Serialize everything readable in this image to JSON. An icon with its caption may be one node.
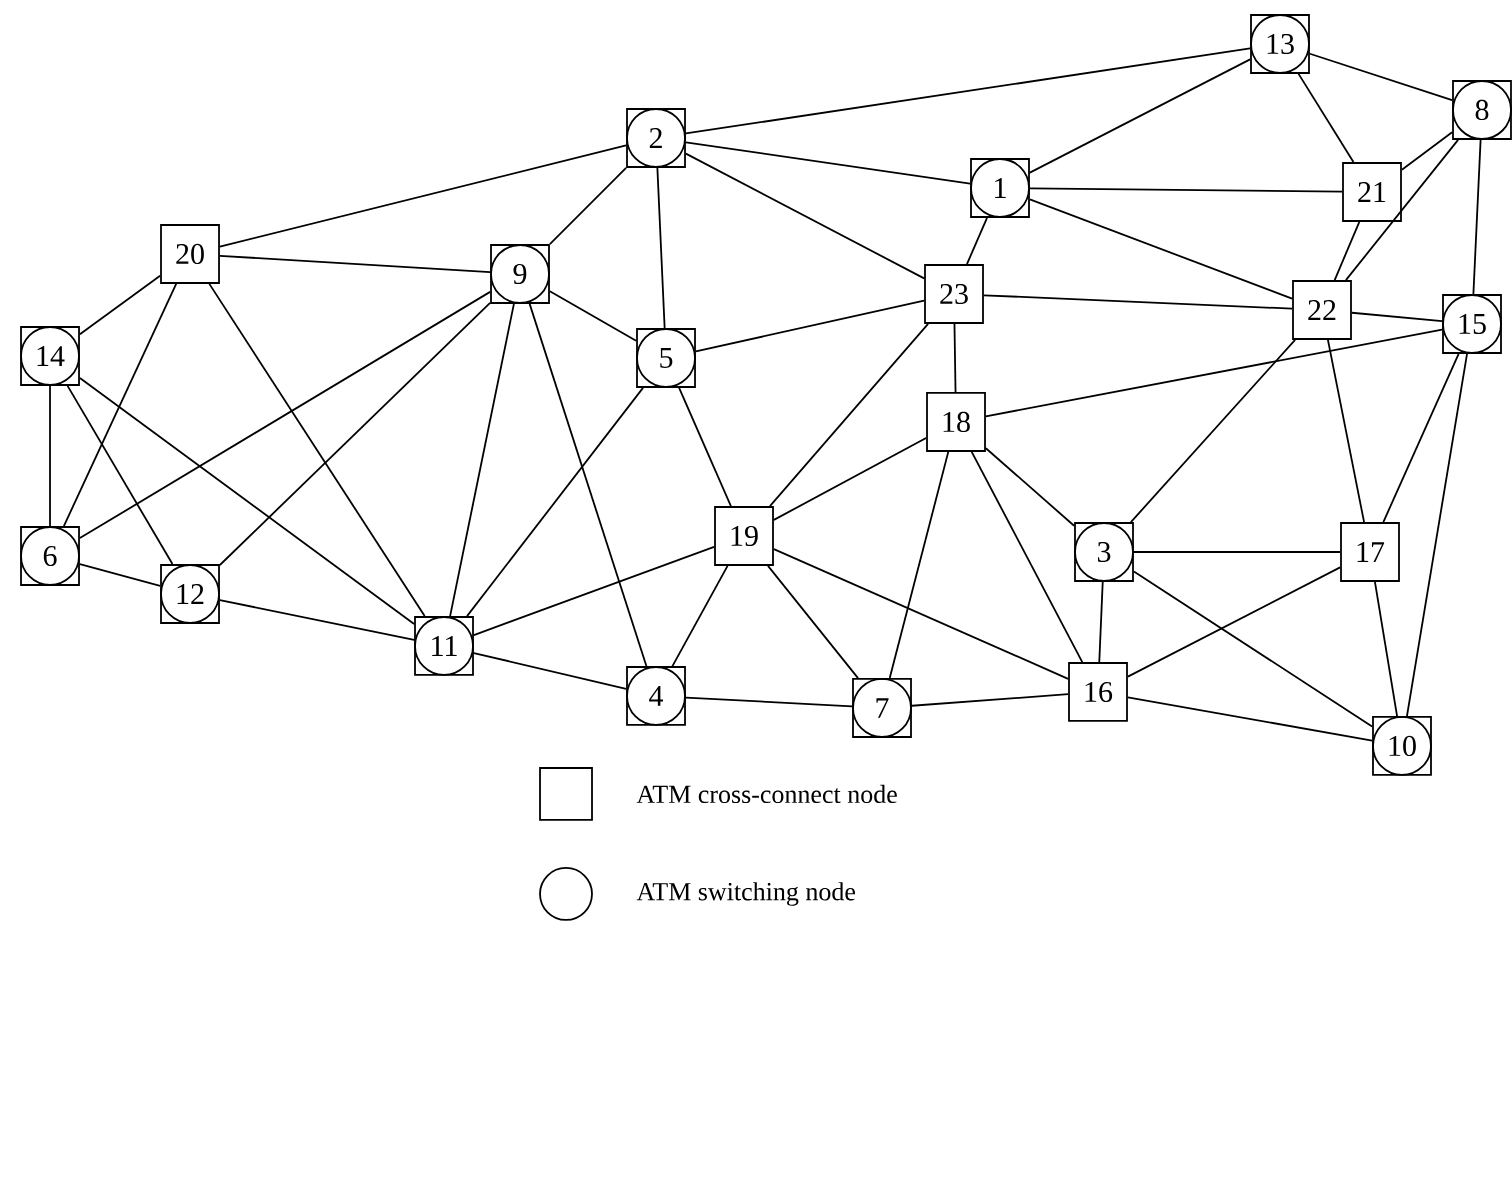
{
  "diagram": {
    "nodes": [
      {
        "text": [
          "13"
        ]
      },
      {
        "text": [
          "8"
        ]
      },
      {
        "text": [
          "2"
        ]
      },
      {
        "text": [
          "1"
        ]
      },
      {
        "text": [
          "21"
        ]
      },
      {
        "text": [
          "20"
        ]
      },
      {
        "text": [
          "9"
        ]
      },
      {
        "text": [
          "23"
        ]
      },
      {
        "text": [
          "22"
        ]
      },
      {
        "text": [
          "15"
        ]
      },
      {
        "text": [
          "14"
        ]
      },
      {
        "text": [
          "5"
        ]
      },
      {
        "text": [
          "18"
        ]
      },
      {
        "text": [
          "19"
        ]
      },
      {
        "text": [
          "3"
        ]
      },
      {
        "text": [
          "17"
        ]
      },
      {
        "text": [
          "6"
        ]
      },
      {
        "text": [
          "12"
        ]
      },
      {
        "text": [
          "11"
        ]
      },
      {
        "text": [
          "16"
        ]
      },
      {
        "text": [
          "4"
        ]
      },
      {
        "text": [
          "7"
        ]
      },
      {
        "text": [
          "10"
        ]
      }
    ],
    "edges": [
      {
        "from": 0,
        "to": 2,
        "arrow": "none"
      },
      {
        "from": 0,
        "to": 3,
        "arrow": "none"
      },
      {
        "from": 0,
        "to": 1,
        "arrow": "none"
      },
      {
        "from": 0,
        "to": 4,
        "arrow": "none"
      },
      {
        "from": 1,
        "to": 4,
        "arrow": "none"
      },
      {
        "from": 1,
        "to": 8,
        "arrow": "none"
      },
      {
        "from": 1,
        "to": 9,
        "arrow": "none"
      },
      {
        "from": 2,
        "to": 5,
        "arrow": "none"
      },
      {
        "from": 2,
        "to": 3,
        "arrow": "none"
      },
      {
        "from": 2,
        "to": 7,
        "arrow": "none"
      },
      {
        "from": 2,
        "to": 6,
        "arrow": "none"
      },
      {
        "from": 2,
        "to": 11,
        "arrow": "none"
      },
      {
        "from": 3,
        "to": 4,
        "arrow": "none"
      },
      {
        "from": 3,
        "to": 8,
        "arrow": "none"
      },
      {
        "from": 3,
        "to": 7,
        "arrow": "none"
      },
      {
        "from": 5,
        "to": 6,
        "arrow": "none"
      },
      {
        "from": 5,
        "to": 10,
        "arrow": "none"
      },
      {
        "from": 5,
        "to": 16,
        "arrow": "none"
      },
      {
        "from": 5,
        "to": 18,
        "arrow": "none"
      },
      {
        "from": 6,
        "to": 11,
        "arrow": "none"
      },
      {
        "from": 6,
        "to": 16,
        "arrow": "none"
      },
      {
        "from": 6,
        "to": 17,
        "arrow": "none"
      },
      {
        "from": 6,
        "to": 18,
        "arrow": "none"
      },
      {
        "from": 6,
        "to": 20,
        "arrow": "none"
      },
      {
        "from": 10,
        "to": 16,
        "arrow": "none"
      },
      {
        "from": 10,
        "to": 17,
        "arrow": "none"
      },
      {
        "from": 10,
        "to": 18,
        "arrow": "none"
      },
      {
        "from": 11,
        "to": 7,
        "arrow": "none"
      },
      {
        "from": 11,
        "to": 18,
        "arrow": "none"
      },
      {
        "from": 11,
        "to": 13,
        "arrow": "none"
      },
      {
        "from": 7,
        "to": 8,
        "arrow": "none"
      },
      {
        "from": 7,
        "to": 12,
        "arrow": "none"
      },
      {
        "from": 7,
        "to": 13,
        "arrow": "none"
      },
      {
        "from": 4,
        "to": 8,
        "arrow": "none"
      },
      {
        "from": 8,
        "to": 9,
        "arrow": "none"
      },
      {
        "from": 8,
        "to": 14,
        "arrow": "none"
      },
      {
        "from": 8,
        "to": 15,
        "arrow": "none"
      },
      {
        "from": 12,
        "to": 9,
        "arrow": "none"
      },
      {
        "from": 12,
        "to": 13,
        "arrow": "none"
      },
      {
        "from": 12,
        "to": 14,
        "arrow": "none"
      },
      {
        "from": 12,
        "to": 21,
        "arrow": "none"
      },
      {
        "from": 12,
        "to": 19,
        "arrow": "none"
      },
      {
        "from": 9,
        "to": 15,
        "arrow": "none"
      },
      {
        "from": 9,
        "to": 22,
        "arrow": "none"
      },
      {
        "from": 13,
        "to": 18,
        "arrow": "none"
      },
      {
        "from": 13,
        "to": 20,
        "arrow": "none"
      },
      {
        "from": 13,
        "to": 21,
        "arrow": "none"
      },
      {
        "from": 13,
        "to": 19,
        "arrow": "none"
      },
      {
        "from": 14,
        "to": 15,
        "arrow": "none"
      },
      {
        "from": 14,
        "to": 19,
        "arrow": "none"
      },
      {
        "from": 14,
        "to": 22,
        "arrow": "none"
      },
      {
        "from": 15,
        "to": 19,
        "arrow": "none"
      },
      {
        "from": 15,
        "to": 22,
        "arrow": "none"
      },
      {
        "from": 16,
        "to": 17,
        "arrow": "none"
      },
      {
        "from": 17,
        "to": 18,
        "arrow": "none"
      },
      {
        "from": 18,
        "to": 20,
        "arrow": "none"
      },
      {
        "from": 20,
        "to": 21,
        "arrow": "none"
      },
      {
        "from": 21,
        "to": 19,
        "arrow": "none"
      },
      {
        "from": 19,
        "to": 22,
        "arrow": "none"
      }
    ],
    "legend": [
      {
        "text": "ATM cross-connect node"
      },
      {
        "text": "ATM switching node"
      }
    ]
  }
}
